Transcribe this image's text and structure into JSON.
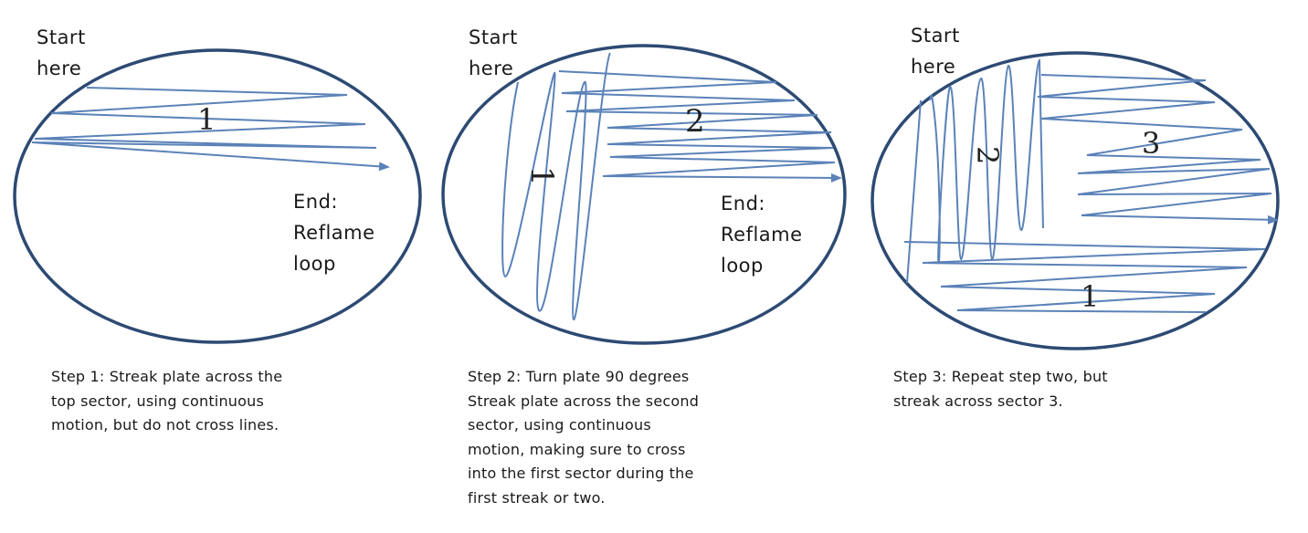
{
  "panels": [
    {
      "start_lines": [
        "Start",
        "here"
      ],
      "end_lines": [
        "End:",
        "Reflame",
        "loop"
      ],
      "sector_labels": [
        "1"
      ],
      "caption_lines": [
        "Step 1: Streak plate across the",
        "top sector, using continuous",
        "motion, but do not cross lines."
      ]
    },
    {
      "start_lines": [
        "Start",
        "here"
      ],
      "end_lines": [
        "End:",
        "Reflame",
        "loop"
      ],
      "sector_labels": [
        "1",
        "2"
      ],
      "caption_lines": [
        "Step 2: Turn plate 90 degrees",
        "Streak plate across the second",
        "sector, using continuous",
        "motion, making sure to cross",
        "into the first sector during the",
        "first streak or two."
      ]
    },
    {
      "start_lines": [
        "Start",
        "here"
      ],
      "sector_labels": [
        "1",
        "2",
        "3"
      ],
      "caption_lines": [
        "Step 3: Repeat step two, but",
        "streak across sector 3."
      ]
    }
  ],
  "colors": {
    "plate_outline": "#2d4a73",
    "streak": "#5b82b8",
    "text": "#1a1a1a"
  }
}
